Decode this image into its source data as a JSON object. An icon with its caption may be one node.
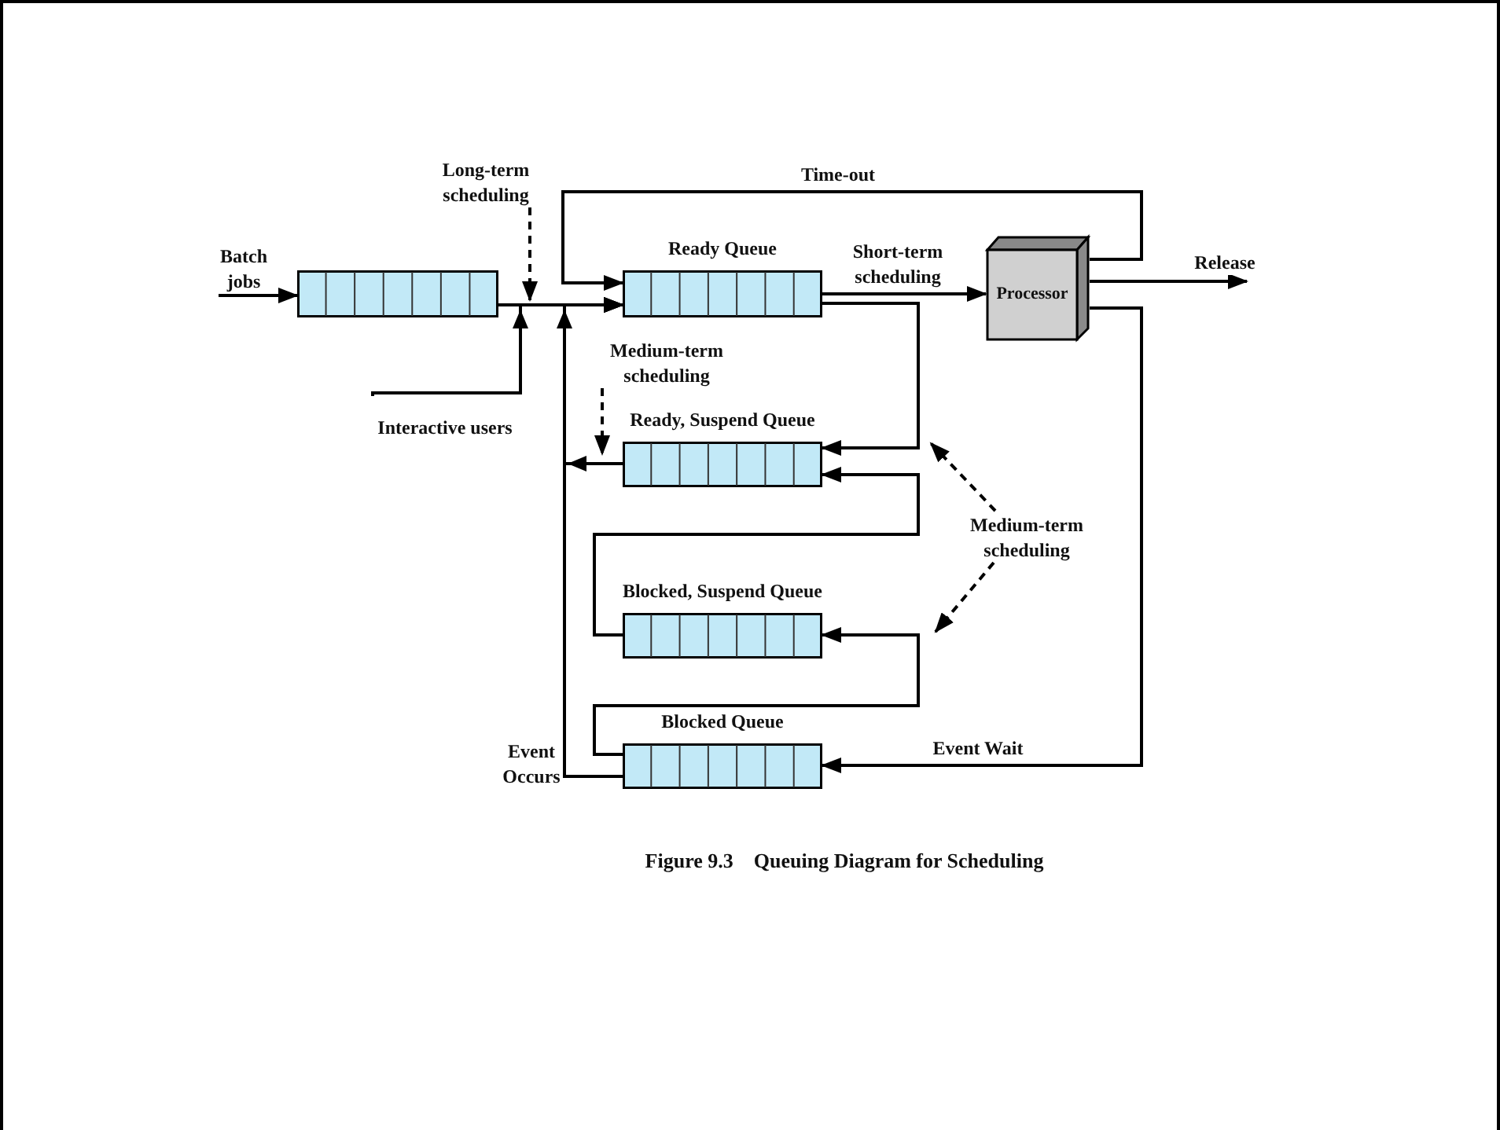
{
  "diagram": {
    "caption": "Figure 9.3    Queuing Diagram for Scheduling",
    "nodes": [
      {
        "text": [
          "Batch jobs"
        ]
      },
      {
        "text": [],
        "shape": "box"
      },
      {
        "text": [
          "Long-term scheduling"
        ]
      },
      {
        "text": [
          "Ready Queue"
        ]
      },
      {
        "text": [
          "Processor"
        ]
      },
      {
        "text": [
          "Interactive users"
        ]
      },
      {
        "text": [
          "Medium-term scheduling"
        ]
      },
      {
        "text": [
          "Ready, Suspend Queue"
        ]
      },
      {
        "text": [
          "Medium-term scheduling"
        ]
      },
      {
        "text": [
          "Blocked, Suspend Queue"
        ]
      },
      {
        "text": [
          "Blocked Queue"
        ]
      }
    ],
    "edges": [
      {
        "from": 0,
        "to": 1,
        "arrow": "to"
      },
      {
        "from": 1,
        "to": 3,
        "arrow": "to"
      },
      {
        "from": 5,
        "to": 3,
        "arrow": "to"
      },
      {
        "from": 7,
        "to": 3,
        "arrow": "to"
      },
      {
        "from": 10,
        "to": 3,
        "arrow": "to",
        "label": "Event Occurs"
      },
      {
        "from": 3,
        "to": 4,
        "arrow": "to",
        "label": "Short-term scheduling"
      },
      {
        "from": 4,
        "to": 3,
        "arrow": "to",
        "label": "Time-out"
      },
      {
        "from": 4,
        "to": null,
        "arrow": "to",
        "label": "Release"
      },
      {
        "from": 3,
        "to": 7,
        "arrow": "to"
      },
      {
        "from": 9,
        "to": 7,
        "arrow": "to"
      },
      {
        "from": 10,
        "to": 9,
        "arrow": "to"
      },
      {
        "from": 4,
        "to": 10,
        "arrow": "to",
        "label": "Event Wait"
      },
      {
        "from": 2,
        "to": 1,
        "arrow": "to",
        "style": "dashed"
      },
      {
        "from": 6,
        "to": 7,
        "arrow": "to",
        "style": "dashed"
      },
      {
        "from": 8,
        "to": null,
        "arrow": "to",
        "style": "dashed"
      },
      {
        "from": 8,
        "to": null,
        "arrow": "to",
        "style": "dashed"
      }
    ]
  }
}
